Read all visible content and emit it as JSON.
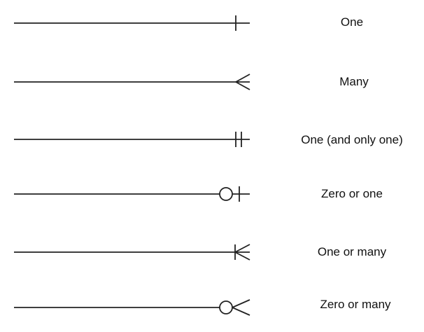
{
  "legend": {
    "rows": [
      {
        "label": "One",
        "symbol": "one"
      },
      {
        "label": "Many",
        "symbol": "many"
      },
      {
        "label": "One (and only one)",
        "symbol": "one-and-only-one"
      },
      {
        "label": "Zero or one",
        "symbol": "zero-or-one"
      },
      {
        "label": "One or many",
        "symbol": "one-or-many"
      },
      {
        "label": "Zero or many",
        "symbol": "zero-or-many"
      }
    ],
    "colors": {
      "line": "#222222",
      "text": "#111111",
      "background": "#ffffff"
    }
  }
}
